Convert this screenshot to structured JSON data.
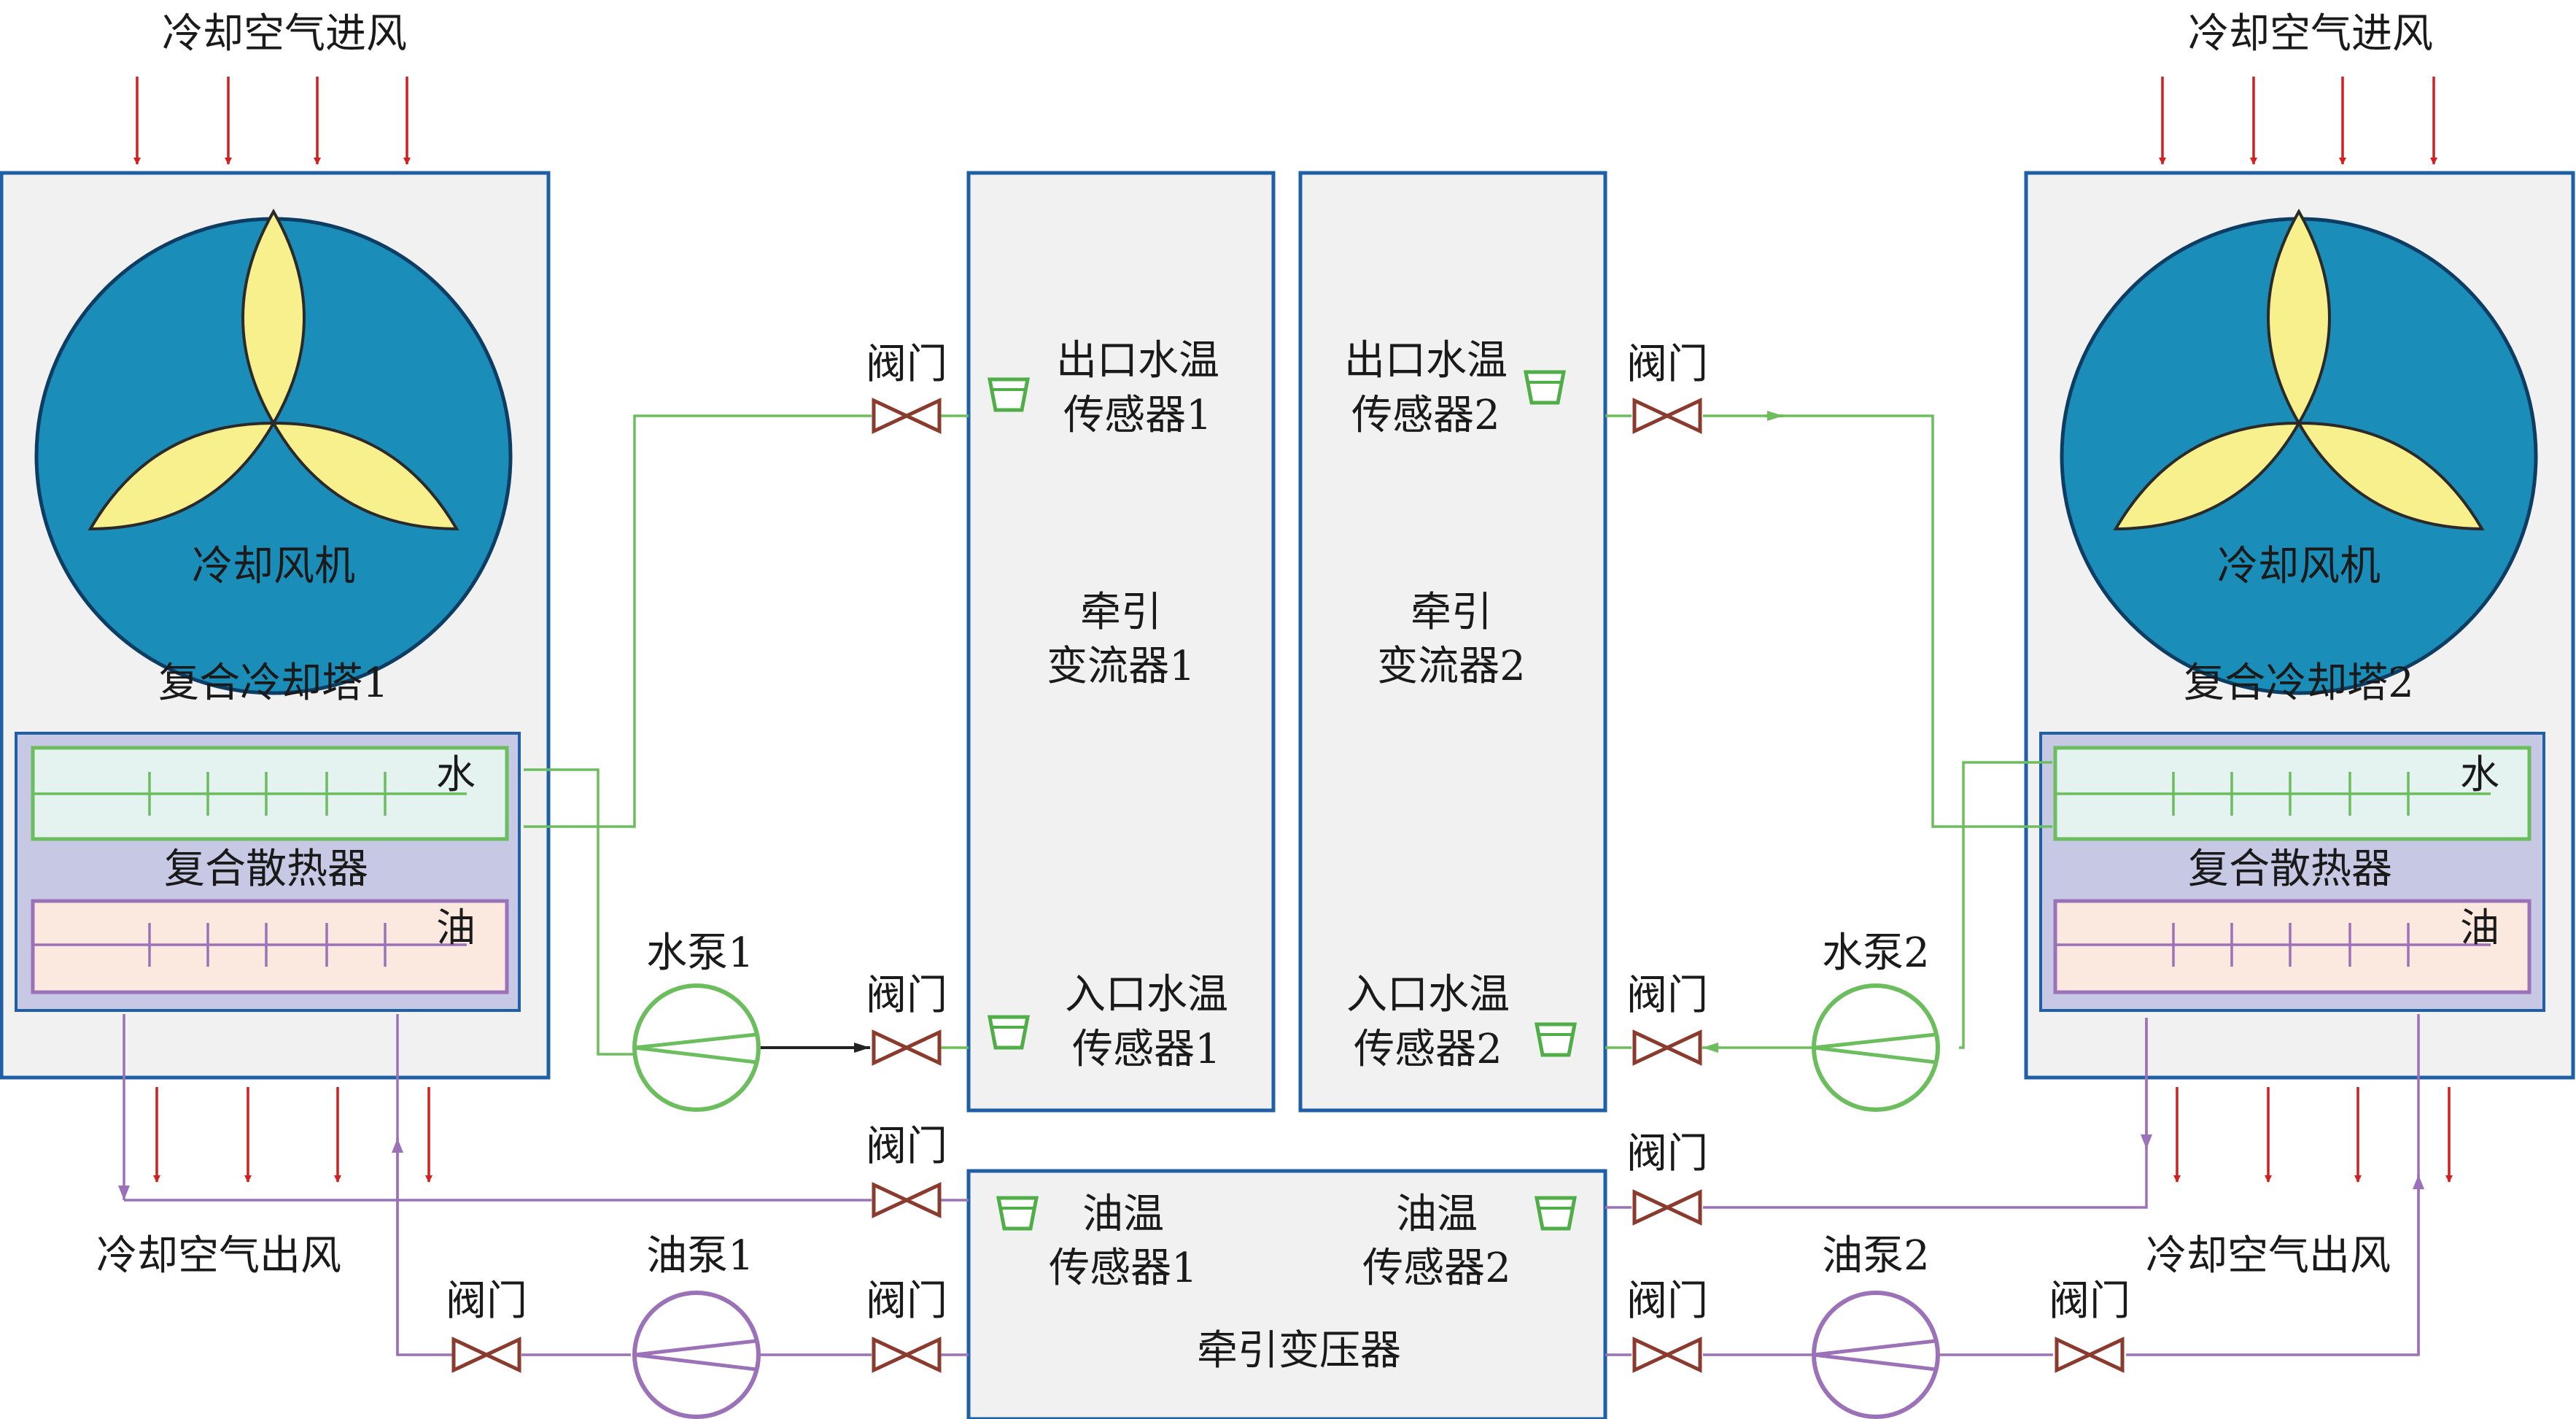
{
  "colors": {
    "box_border": "#1f5fa5",
    "box_fill": "#f1f1f1",
    "fan_disc": "#1a8db8",
    "fan_blade": "#f8f08c",
    "water_line": "#6bbd5e",
    "oil_line": "#9b71b8",
    "valve": "#8b3a2e",
    "air_arrow": "#d21f1f",
    "radiator_fill": "#c6c8e4",
    "water_bar_fill": "#e4f3f0",
    "oil_bar_fill": "#fbe9df"
  },
  "left_tower": {
    "air_in": "冷却空气进风",
    "fan": "冷却风机",
    "tower": "复合冷却塔1",
    "radiator": "复合散热器",
    "water": "水",
    "oil": "油",
    "air_out": "冷却空气出风"
  },
  "right_tower": {
    "air_in": "冷却空气进风",
    "fan": "冷却风机",
    "tower": "复合冷却塔2",
    "radiator": "复合散热器",
    "water": "水",
    "oil": "油",
    "air_out": "冷却空气出风"
  },
  "converter1": {
    "name_line1": "牵引",
    "name_line2": "变流器1",
    "outlet_sensor_line1": "出口水温",
    "outlet_sensor_line2": "传感器1",
    "inlet_sensor_line1": "入口水温",
    "inlet_sensor_line2": "传感器1"
  },
  "converter2": {
    "name_line1": "牵引",
    "name_line2": "变流器2",
    "outlet_sensor_line1": "出口水温",
    "outlet_sensor_line2": "传感器2",
    "inlet_sensor_line1": "入口水温",
    "inlet_sensor_line2": "传感器2"
  },
  "transformer": {
    "name": "牵引变压器",
    "oil_sensor1_line1": "油温",
    "oil_sensor1_line2": "传感器1",
    "oil_sensor2_line1": "油温",
    "oil_sensor2_line2": "传感器2"
  },
  "pumps": {
    "water1": "水泵1",
    "water2": "水泵2",
    "oil1": "油泵1",
    "oil2": "油泵2"
  },
  "valve_label": "阀门"
}
